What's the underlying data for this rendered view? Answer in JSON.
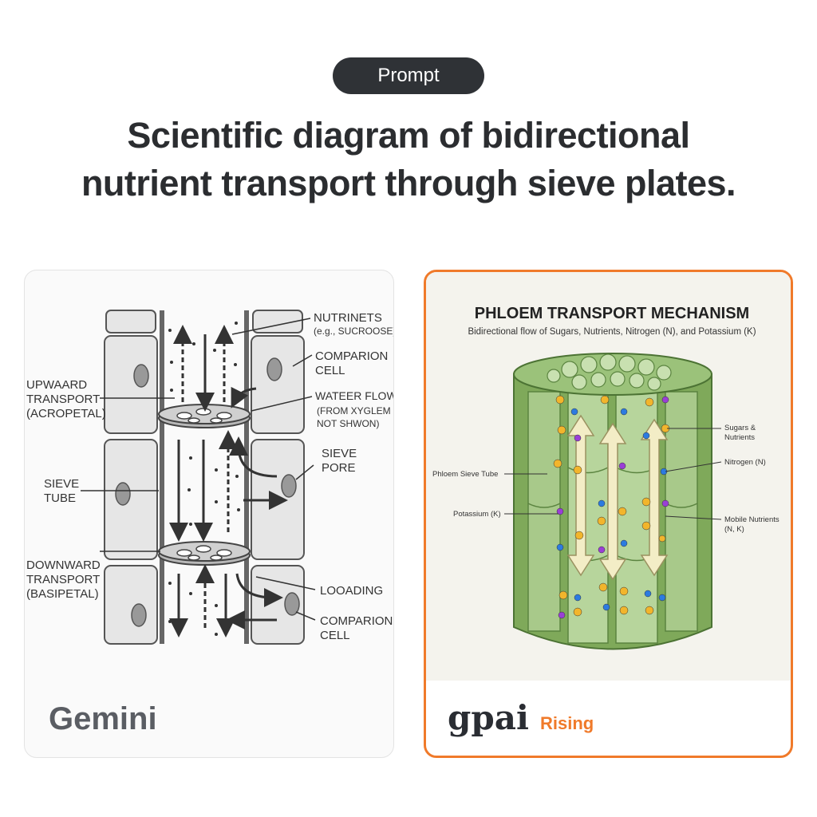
{
  "header": {
    "pill_label": "Prompt",
    "title_line1": "Scientific diagram of bidirectional",
    "title_line2": "nutrient transport through sieve plates."
  },
  "left_card": {
    "model_name": "Gemini",
    "labels": {
      "nutrients": "NUTRINETS",
      "nutrients_eg": "(e.g., SUCROOSE)",
      "companion_top_1": "COMPARION",
      "companion_top_2": "CELL",
      "upward_1": "UPWAARD",
      "upward_2": "TRANSPORT",
      "upward_3": "(ACROPETAL)",
      "water_1": "WATEER FLOW",
      "water_2": "(FROM XYGLEM -",
      "water_3": "NOT SHWON)",
      "sieve_pore_1": "SIEVE",
      "sieve_pore_2": "PORE",
      "sieve_tube_1": "SIEVE",
      "sieve_tube_2": "TUBE",
      "downward_1": "DOWNWARD",
      "downward_2": "TRANSPORT",
      "downward_3": "(BASIPETAL)",
      "loading": "LOOADING",
      "companion_bottom_1": "COMPARION",
      "companion_bottom_2": "CELL"
    }
  },
  "right_card": {
    "model_name": "gpai",
    "badge": "Rising",
    "accent_color": "#f07a2a",
    "diagram_title": "PHLOEM TRANSPORT MECHANISM",
    "diagram_subtitle": "Bidirectional flow of Sugars, Nutrients, Nitrogen (N), and Potassium (K)",
    "labels": {
      "sugars_1": "Sugars &",
      "sugars_2": "Nutrients",
      "nitrogen": "Nitrogen (N)",
      "sieve_tube": "Phloem Sieve Tube",
      "potassium": "Potassium (K)",
      "mobile_1": "Mobile Nutrients",
      "mobile_2": "(N, K)"
    }
  }
}
